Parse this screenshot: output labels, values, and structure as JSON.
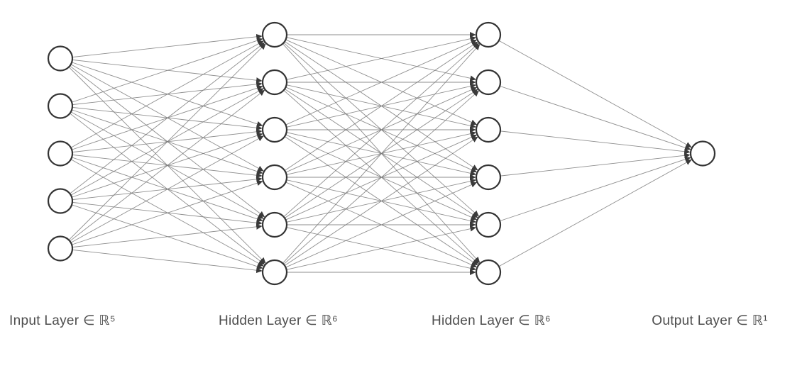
{
  "diagram": {
    "type": "fully-connected-neural-network",
    "background_color": "#ffffff",
    "node_fill": "#ffffff",
    "node_stroke_color": "#333333",
    "edge_color": "#7a7a7a",
    "arrow_color": "#3a3a3a",
    "label_color": "#4d4d4d",
    "layers": [
      {
        "name": "input-layer",
        "label": "Input Layer ∈ ℝ⁵",
        "units": 5
      },
      {
        "name": "hidden-layer-1",
        "label": "Hidden Layer ∈ ℝ⁶",
        "units": 6
      },
      {
        "name": "hidden-layer-2",
        "label": "Hidden Layer ∈ ℝ⁶",
        "units": 6
      },
      {
        "name": "output-layer",
        "label": "Output Layer ∈ ℝ¹",
        "units": 1
      }
    ],
    "connections": [
      {
        "from": "input-layer",
        "to": "hidden-layer-1",
        "edges": 30
      },
      {
        "from": "hidden-layer-1",
        "to": "hidden-layer-2",
        "edges": 36
      },
      {
        "from": "hidden-layer-2",
        "to": "output-layer",
        "edges": 6
      }
    ]
  }
}
